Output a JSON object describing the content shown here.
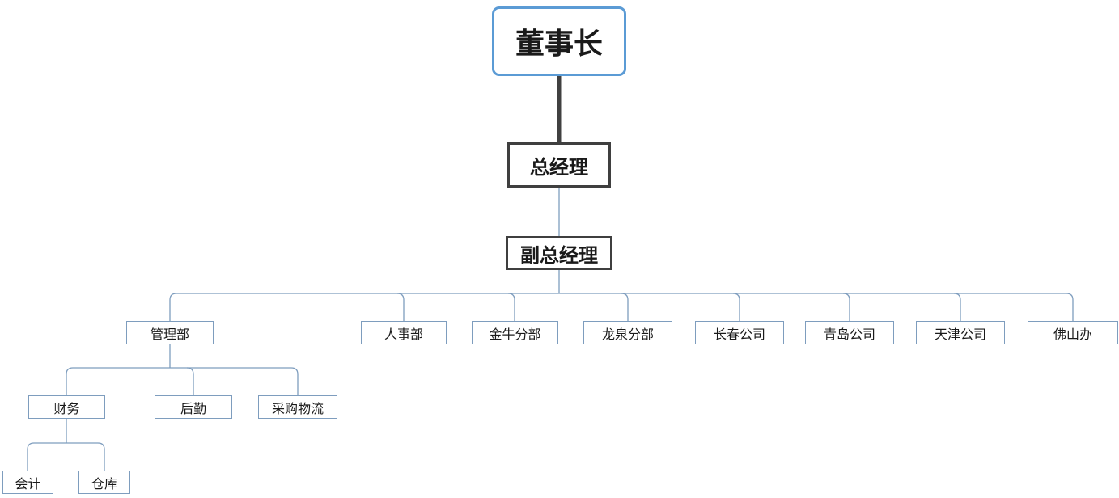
{
  "org_chart": {
    "nodes": {
      "chairman": {
        "label": "董事长"
      },
      "general_manager": {
        "label": "总经理"
      },
      "deputy_general_manager": {
        "label": "副总经理"
      },
      "management_dept": {
        "label": "管理部"
      },
      "hr_dept": {
        "label": "人事部"
      },
      "jinniu_branch": {
        "label": "金牛分部"
      },
      "longquan_branch": {
        "label": "龙泉分部"
      },
      "changchun_company": {
        "label": "长春公司"
      },
      "qingdao_company": {
        "label": "青岛公司"
      },
      "tianjin_company": {
        "label": "天津公司"
      },
      "foshan_office": {
        "label": "佛山办"
      },
      "finance": {
        "label": "财务"
      },
      "logistics": {
        "label": "后勤"
      },
      "procurement_logistics": {
        "label": "采购物流"
      },
      "accounting": {
        "label": "会计"
      },
      "warehouse": {
        "label": "仓库"
      }
    },
    "edges": [
      [
        "chairman",
        "general_manager"
      ],
      [
        "general_manager",
        "deputy_general_manager"
      ],
      [
        "deputy_general_manager",
        "management_dept"
      ],
      [
        "deputy_general_manager",
        "hr_dept"
      ],
      [
        "deputy_general_manager",
        "jinniu_branch"
      ],
      [
        "deputy_general_manager",
        "longquan_branch"
      ],
      [
        "deputy_general_manager",
        "changchun_company"
      ],
      [
        "deputy_general_manager",
        "qingdao_company"
      ],
      [
        "deputy_general_manager",
        "tianjin_company"
      ],
      [
        "deputy_general_manager",
        "foshan_office"
      ],
      [
        "management_dept",
        "finance"
      ],
      [
        "management_dept",
        "logistics"
      ],
      [
        "management_dept",
        "procurement_logistics"
      ],
      [
        "finance",
        "accounting"
      ],
      [
        "finance",
        "warehouse"
      ]
    ],
    "colors": {
      "top_node_border": "#5B9BD5",
      "manager_node_border": "#3F3F3F",
      "thin_node_border": "#7E9DBE",
      "connector_line": "#7E9DBE",
      "thick_connector": "#404040",
      "text": "#1A1A1A",
      "background": "#FFFFFF"
    }
  }
}
